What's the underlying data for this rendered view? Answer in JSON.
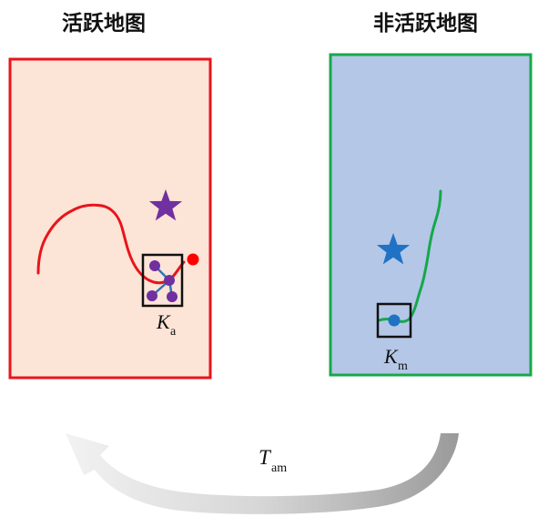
{
  "titles": {
    "active_map": "活跃地图",
    "inactive_map": "非活跃地图"
  },
  "labels": {
    "keyframe_active": "K",
    "keyframe_active_sub": "a",
    "keyframe_inactive": "K",
    "keyframe_inactive_sub": "m",
    "transform": "T",
    "transform_sub": "am"
  },
  "colors": {
    "active_bg": "#fce4d6",
    "active_border": "#e8141c",
    "inactive_bg": "#b4c7e7",
    "inactive_border": "#16a84a",
    "star_active": "#7030a0",
    "star_inactive": "#1f72c4",
    "trajectory_active": "#e8141c",
    "trajectory_inactive": "#16a84a",
    "landmark": "#7030a0",
    "arrow": "#b8b8b8"
  },
  "icons": [
    "star-icon",
    "dot-icon",
    "curved-arrow-icon"
  ]
}
